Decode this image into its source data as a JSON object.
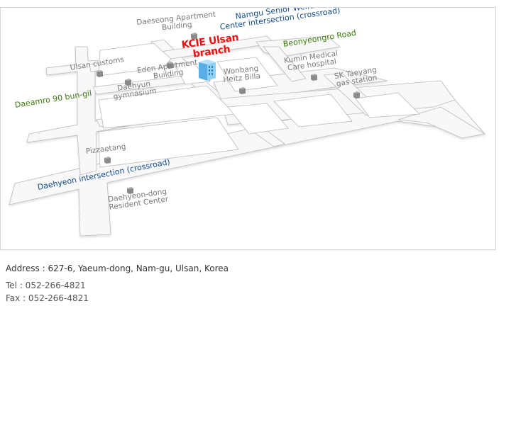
{
  "map": {
    "branch_label": "KCIE Ulsan\nbranch",
    "branch_line1": "KCIE Ulsan",
    "branch_line2": "branch",
    "roads": {
      "daeamro": "Daeamro 90 bun-gil",
      "beonyeongro": "Beonyeongro Road",
      "namgu_line1": "Namgu Senior Welfare",
      "namgu_line2": "Center intersection (crossroad)",
      "daehyeon": "Daehyeon intersection (crossroad)"
    },
    "landmarks": {
      "daeseong_line1": "Daeseong Apartment",
      "daeseong_line2": "Building",
      "ulsan_customs": "Ulsan customs",
      "eden_line1": "Eden Apartment",
      "eden_line2": "Building",
      "daehyun_line1": "Daehyun",
      "daehyun_line2": "gymnasium",
      "wonbang_line1": "Wonbang",
      "wonbang_line2": "Heitz Billa",
      "kumin_line1": "Kumin Medical",
      "kumin_line2": "Care hospital",
      "sk_line1": "SK Taeyang",
      "sk_line2": "gas station",
      "pizzaetang": "Pizzaetang",
      "resident_line1": "Daehyeon-dong",
      "resident_line2": "Resident Center"
    },
    "colors": {
      "branch": "#ee1111",
      "intersection": "#124c8c",
      "road": "#3d7a0a",
      "landmark": "#7a7a7a",
      "building": "#5aaee6"
    }
  },
  "contact": {
    "address": "Address : 627-6, Yaeum-dong, Nam-gu, Ulsan, Korea",
    "tel": "Tel : 052-266-4821",
    "fax": "Fax : 052-266-4821"
  }
}
